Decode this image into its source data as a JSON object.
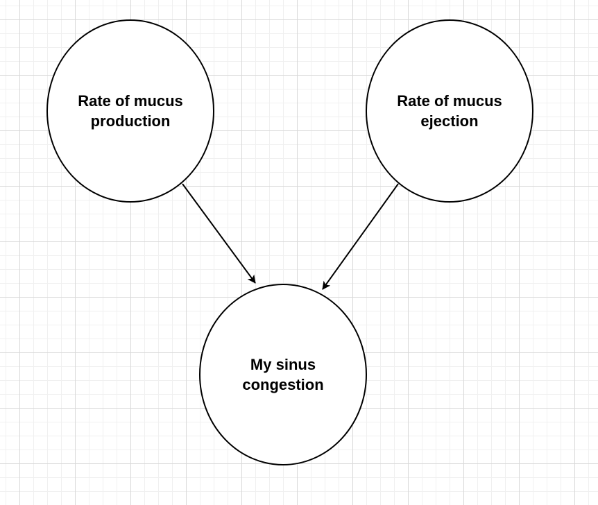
{
  "nodes": {
    "mucus_production": {
      "label": "Rate of mucus\nproduction"
    },
    "mucus_ejection": {
      "label": "Rate of mucus\nejection"
    },
    "sinus_congestion": {
      "label": "My sinus\ncongestion"
    }
  },
  "edges": [
    {
      "from": "mucus_production",
      "to": "sinus_congestion"
    },
    {
      "from": "mucus_ejection",
      "to": "sinus_congestion"
    }
  ],
  "colors": {
    "stroke": "#000000",
    "node_fill": "#ffffff",
    "grid": "#d9d9d9"
  }
}
